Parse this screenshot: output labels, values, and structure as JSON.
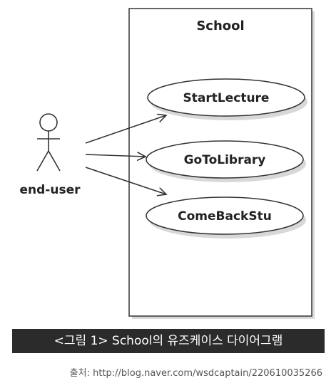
{
  "diagram": {
    "system": {
      "name": "School"
    },
    "actor": {
      "name": "end-user"
    },
    "use_cases": [
      {
        "label": "StartLecture"
      },
      {
        "label": "GoToLibrary"
      },
      {
        "label": "ComeBackStu"
      }
    ]
  },
  "caption": "<그림 1> School의 유즈케이스 다이어그램",
  "source": {
    "prefix": "출처: ",
    "url": "http://blog.naver.com/wsdcaptain/220610035266"
  },
  "colors": {
    "line": "#333333",
    "shadow": "#d8d8d8",
    "caption_bg": "#2b2b2b",
    "caption_text": "#ffffff"
  }
}
